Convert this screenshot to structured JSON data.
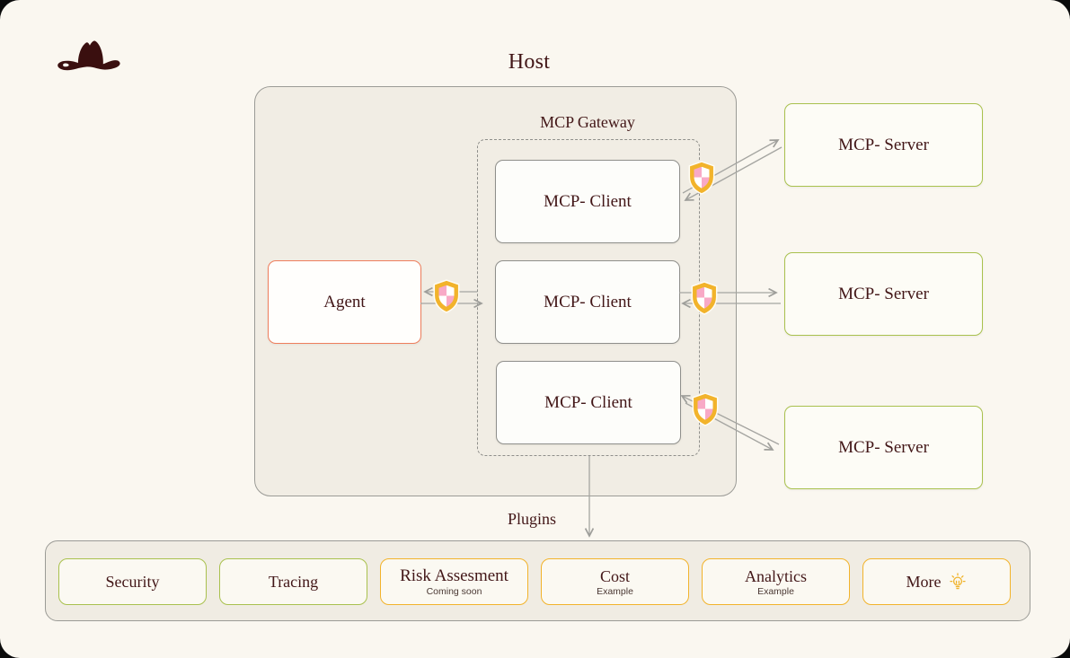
{
  "host": {
    "title": "Host",
    "agent": {
      "label": "Agent"
    },
    "gateway": {
      "label": "MCP Gateway",
      "clients": [
        {
          "label": "MCP- Client"
        },
        {
          "label": "MCP- Client"
        },
        {
          "label": "MCP- Client"
        }
      ]
    }
  },
  "servers": [
    {
      "label": "MCP- Server"
    },
    {
      "label": "MCP- Server"
    },
    {
      "label": "MCP- Server"
    }
  ],
  "plugins": {
    "label": "Plugins",
    "items": [
      {
        "label": "Security",
        "sublabel": "",
        "style": "green"
      },
      {
        "label": "Tracing",
        "sublabel": "",
        "style": "green"
      },
      {
        "label": "Risk Assesment",
        "sublabel": "Coming soon",
        "style": "gold"
      },
      {
        "label": "Cost",
        "sublabel": "Example",
        "style": "gold"
      },
      {
        "label": "Analytics",
        "sublabel": "Example",
        "style": "gold"
      },
      {
        "label": "More",
        "sublabel": "",
        "style": "gold",
        "icon": "lightbulb-icon"
      }
    ]
  },
  "icons": {
    "logo": "cowboy-hat-logo",
    "guard": "shield-icon",
    "more": "lightbulb-icon"
  },
  "colors": {
    "text_maroon": "#421617",
    "hat_brown": "#3a0f0f",
    "agent_border": "#ee7e5d",
    "server_border": "#a9c14e",
    "gold": "#f2b32b",
    "shield_pink": "#f8a9c6",
    "arrow_gray": "#a5a5a1",
    "page_bg": "#faf7f0",
    "panel_bg": "#f1ede4"
  }
}
